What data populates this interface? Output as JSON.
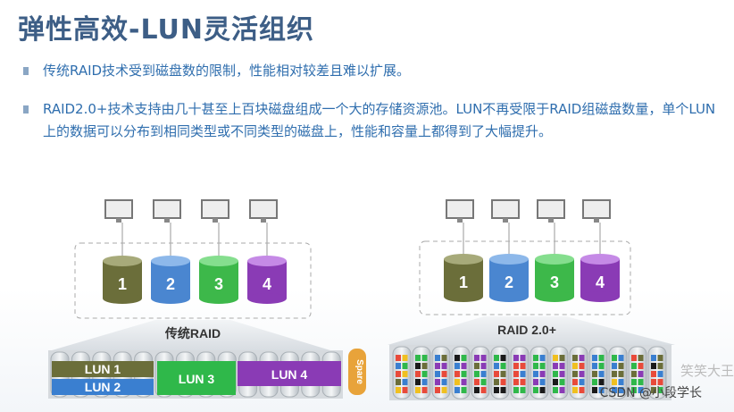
{
  "title": "弹性高效-LUN灵活组织",
  "bullets": [
    "传统RAID技术受到磁盘数的限制，性能相对较差且难以扩展。",
    "RAID2.0+技术支持由几十甚至上百块磁盘组成一个大的存储资源池。LUN不再受限于RAID组磁盘数量，单个LUN上的数据可以分布到相同类型或不同类型的磁盘上，性能和容量上都得到了大幅提升。"
  ],
  "left_diagram": {
    "label": "传统RAID",
    "volumes": [
      "1",
      "2",
      "3",
      "4"
    ],
    "luns": [
      "LUN 1",
      "LUN 2",
      "LUN 3",
      "LUN 4"
    ],
    "spare": "Spare"
  },
  "right_diagram": {
    "label": "RAID 2.0+",
    "volumes": [
      "1",
      "2",
      "3",
      "4"
    ]
  },
  "colors": {
    "title": "#3d5e86",
    "bullet_text": "#2f6eae",
    "vol1": "#6b6e3a",
    "vol2": "#4a86d0",
    "vol3": "#3db84a",
    "vol4": "#8a3bb5",
    "lun1": "#6b6e3a",
    "lun2": "#3a7fd0",
    "lun3": "#2fb84a",
    "lun4": "#8a3bb5",
    "spare": "#e8a33a"
  },
  "watermark": "CSDN @小段学长",
  "watermark_faded": "笑笑大王"
}
